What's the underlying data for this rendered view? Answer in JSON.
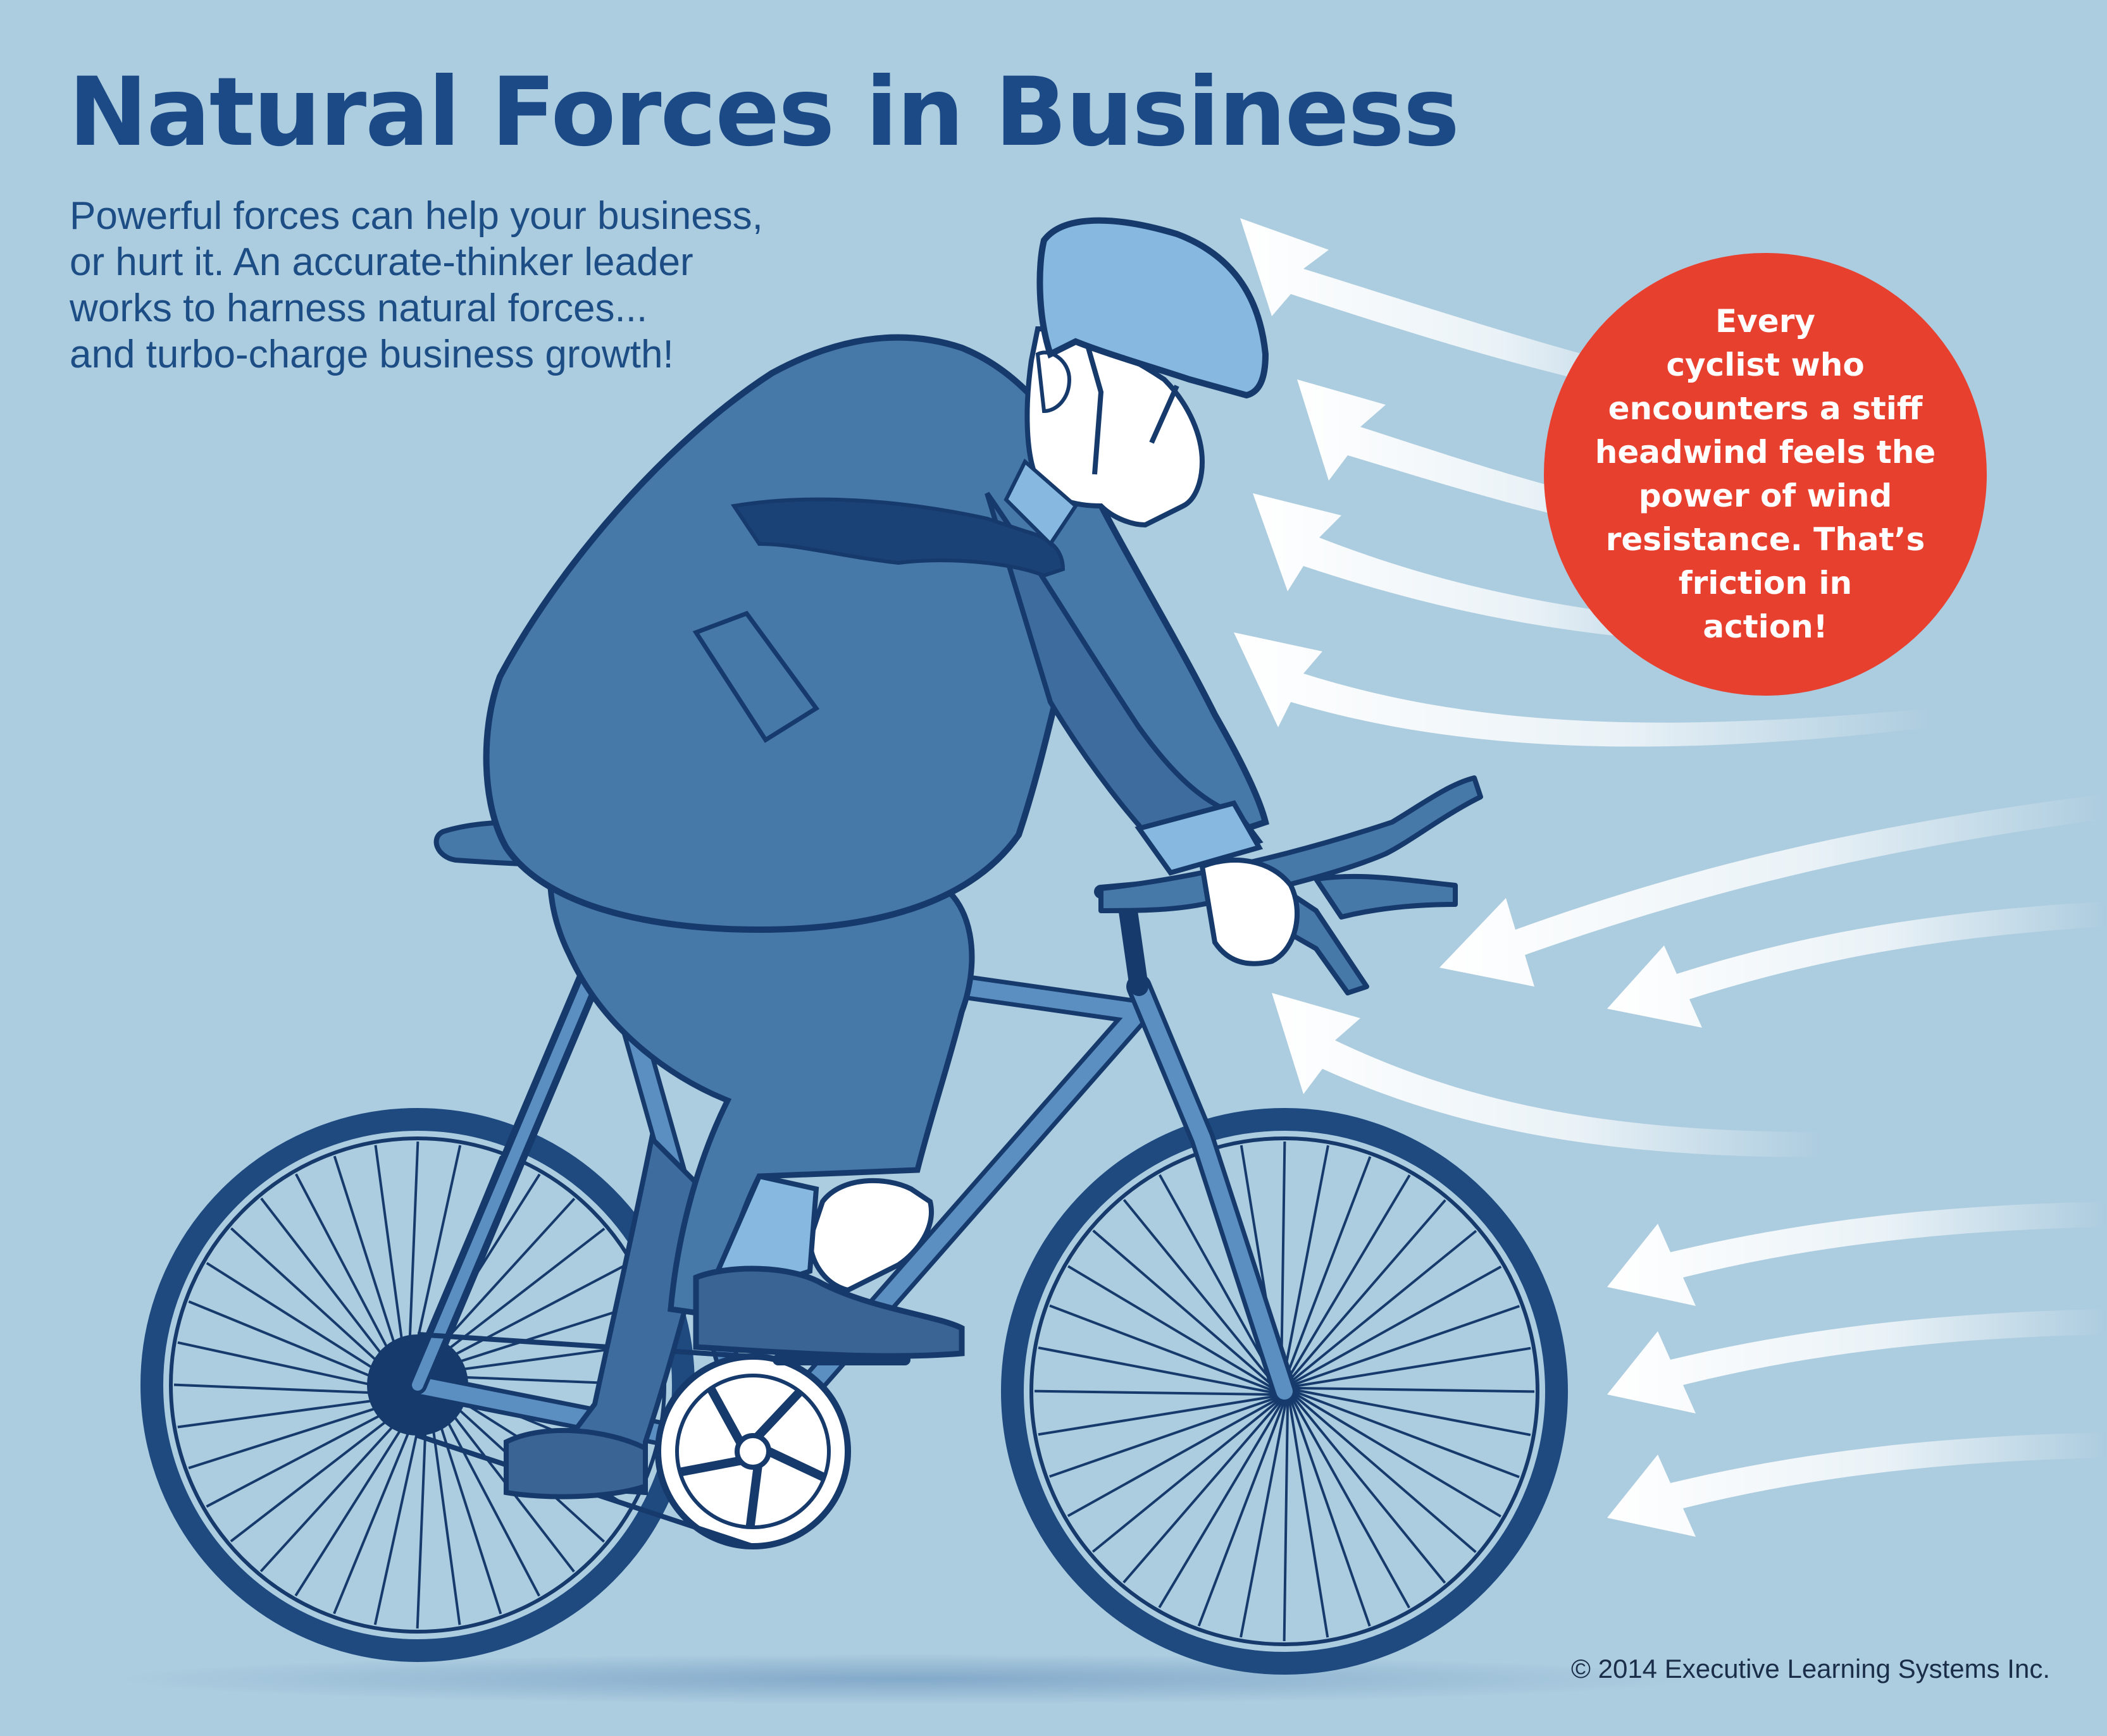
{
  "title": "Natural Forces in Business",
  "intro_lines": [
    "Powerful forces can help your business,",
    "or hurt it. An accurate-thinker leader",
    "works to harness natural forces...",
    "and turbo-charge business growth!"
  ],
  "bubble_lines": [
    "Every",
    "cyclist who",
    "encounters a stiff",
    "headwind feels the",
    "power of wind",
    "resistance. That’s",
    "friction in",
    "action!"
  ],
  "copyright": "© 2014 Executive Learning Systems Inc.",
  "colors": {
    "background": "#acccdf",
    "title": "#1b4a86",
    "suit": "#4678a8",
    "outline": "#163a6b",
    "helmet": "#86b8e0",
    "bubble": "#e8402f",
    "wind": "#ffffff"
  }
}
